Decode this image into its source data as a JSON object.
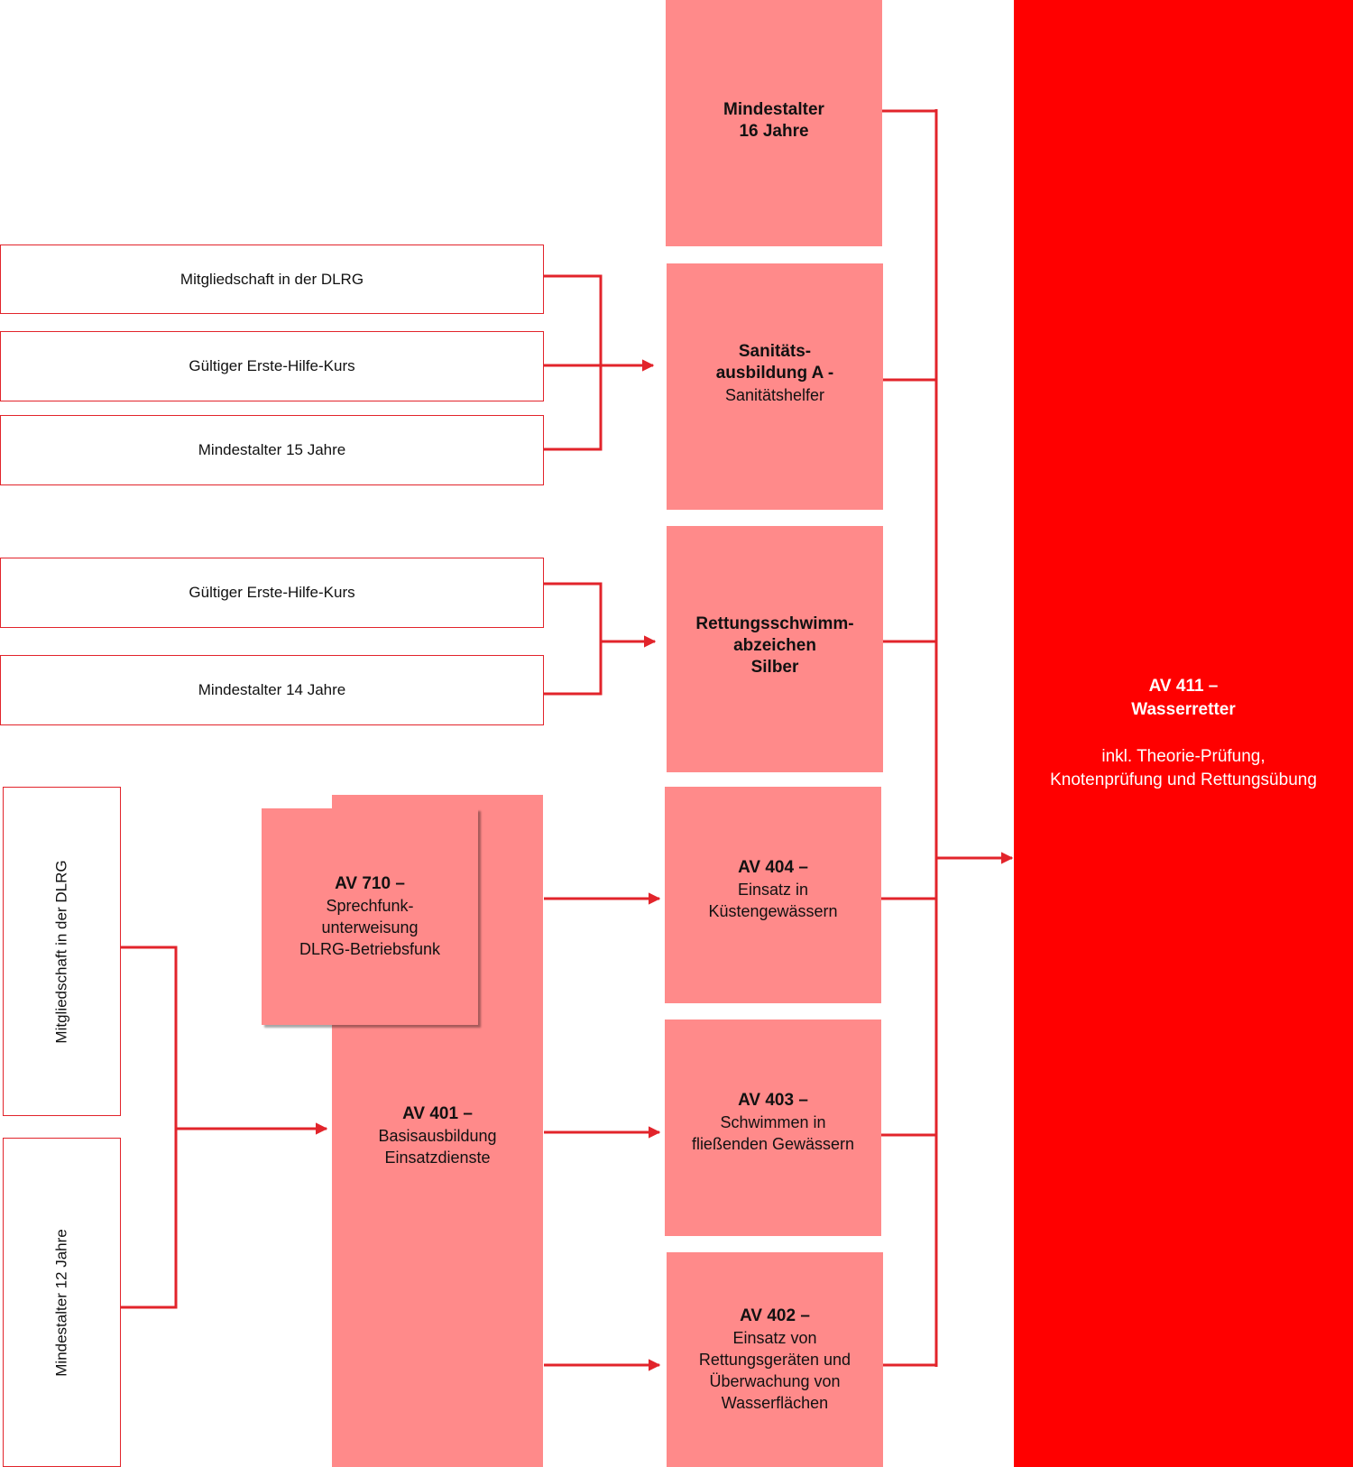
{
  "requirements": {
    "san_membership": "Mitgliedschaft in der DLRG",
    "san_firstaid": "Gültiger Erste-Hilfe-Kurs",
    "san_age": "Mindestalter 15 Jahre",
    "rs_firstaid": "Gültiger Erste-Hilfe-Kurs",
    "rs_age": "Mindestalter 14 Jahre",
    "base_membership": "Mitgliedschaft in der DLRG",
    "base_age": "Mindestalter 12 Jahre"
  },
  "courses": {
    "min_age": {
      "line1": "Mindestalter",
      "line2": "16 Jahre"
    },
    "sanitaet": {
      "line1": "Sanitäts-",
      "line2": "ausbildung A -",
      "line3": "Sanitätshelfer"
    },
    "rettungsschwimm": {
      "line1": "Rettungsschwimm-",
      "line2": "abzeichen",
      "line3": "Silber"
    },
    "av710": {
      "title": "AV 710 –",
      "line1": "Sprechfunk-",
      "line2": "unterweisung",
      "line3": "DLRG-Betriebsfunk"
    },
    "av401": {
      "title": "AV 401 –",
      "line1": "Basisausbildung",
      "line2": "Einsatzdienste"
    },
    "av404": {
      "title": "AV 404 –",
      "line1": "Einsatz in",
      "line2": "Küstengewässern"
    },
    "av403": {
      "title": "AV 403 –",
      "line1": "Schwimmen in",
      "line2": "fließenden Gewässern"
    },
    "av402": {
      "title": "AV 402 –",
      "line1": "Einsatz von",
      "line2": "Rettungsgeräten und",
      "line3": "Überwachung von",
      "line4": "Wasserflächen"
    }
  },
  "final": {
    "title1": "AV 411 –",
    "title2": "Wasserretter",
    "note1": "inkl. Theorie-Prüfung,",
    "note2": "Knotenprüfung und Rettungsübung"
  },
  "colors": {
    "course_fill": "#ff8a8a",
    "final_fill": "#ff0000",
    "line": "#e2242b"
  }
}
